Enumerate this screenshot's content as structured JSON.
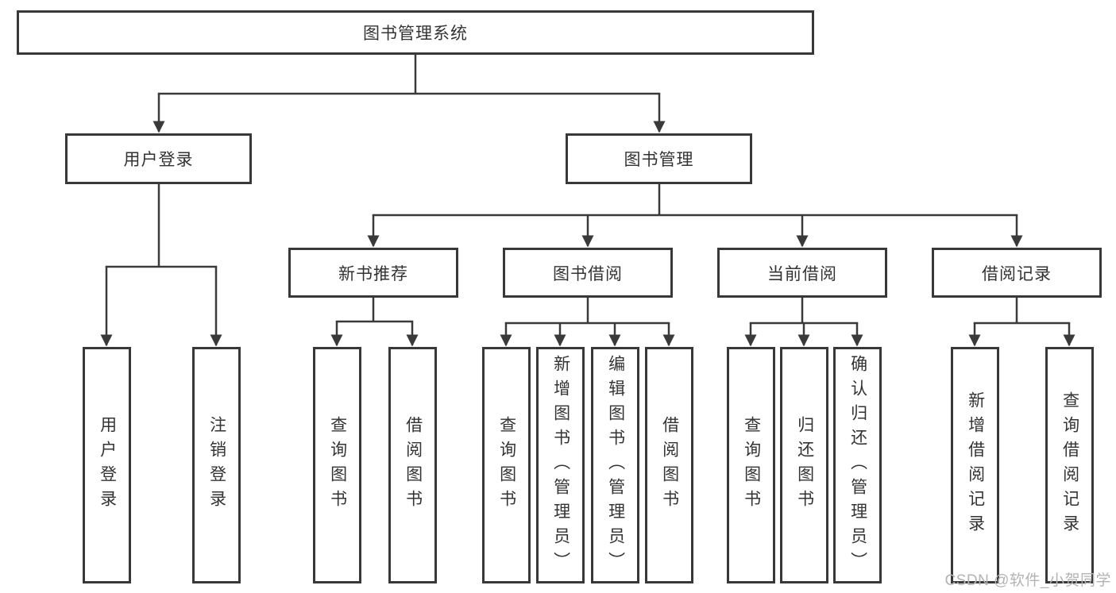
{
  "watermark": {
    "text": "CSDN @软件_小贺同学"
  },
  "colors": {
    "line": "#3a3a3a",
    "box_border": "#383838",
    "text": "#333333",
    "watermark": "#b3b3b3",
    "background": "#ffffff"
  },
  "tree": {
    "label": "图书管理系统",
    "children": [
      {
        "label": "用户登录",
        "children": [
          {
            "label": "用户登录"
          },
          {
            "label": "注销登录"
          }
        ]
      },
      {
        "label": "图书管理",
        "children": [
          {
            "label": "新书推荐",
            "children": [
              {
                "label": "查询图书"
              },
              {
                "label": "借阅图书"
              }
            ]
          },
          {
            "label": "图书借阅",
            "children": [
              {
                "label": "查询图书"
              },
              {
                "label": "新增图书（管理员）"
              },
              {
                "label": "编辑图书（管理员）"
              },
              {
                "label": "借阅图书"
              }
            ]
          },
          {
            "label": "当前借阅",
            "children": [
              {
                "label": "查询图书"
              },
              {
                "label": "归还图书"
              },
              {
                "label": "确认归还（管理员）"
              }
            ]
          },
          {
            "label": "借阅记录",
            "children": [
              {
                "label": "新增借阅记录"
              },
              {
                "label": "查询借阅记录"
              }
            ]
          }
        ]
      }
    ]
  }
}
